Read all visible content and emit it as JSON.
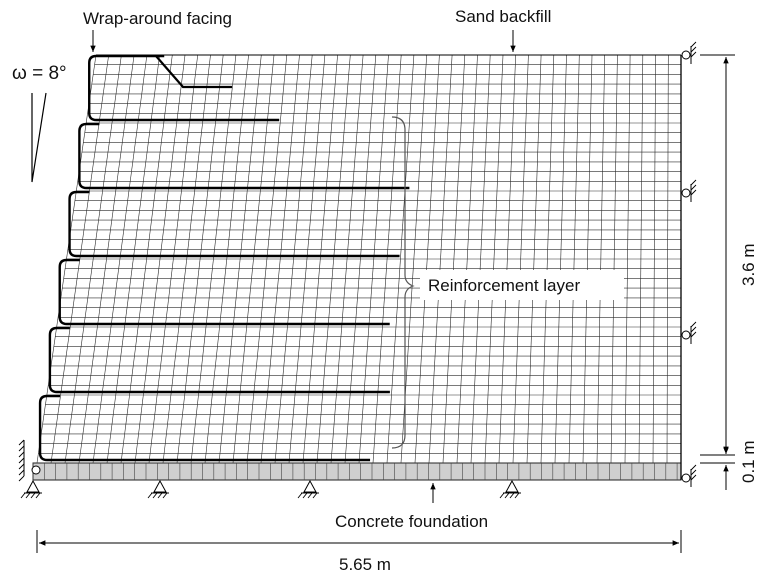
{
  "diagram": {
    "labels": {
      "facing": "Wrap-around facing",
      "backfill": "Sand backfill",
      "angle": "ω = 8°",
      "reinforcement": "Reinforcement layer",
      "foundation": "Concrete foundation"
    },
    "dimensions": {
      "height": "3.6 m",
      "foundation_thickness": "0.1 m",
      "length": "5.65 m"
    },
    "facing_batter_deg": 8,
    "wrap_layers": 6,
    "colors": {
      "mesh": "#2b2b2b",
      "reinforcement": "#000000",
      "foundation": "#cfcfcf"
    }
  }
}
